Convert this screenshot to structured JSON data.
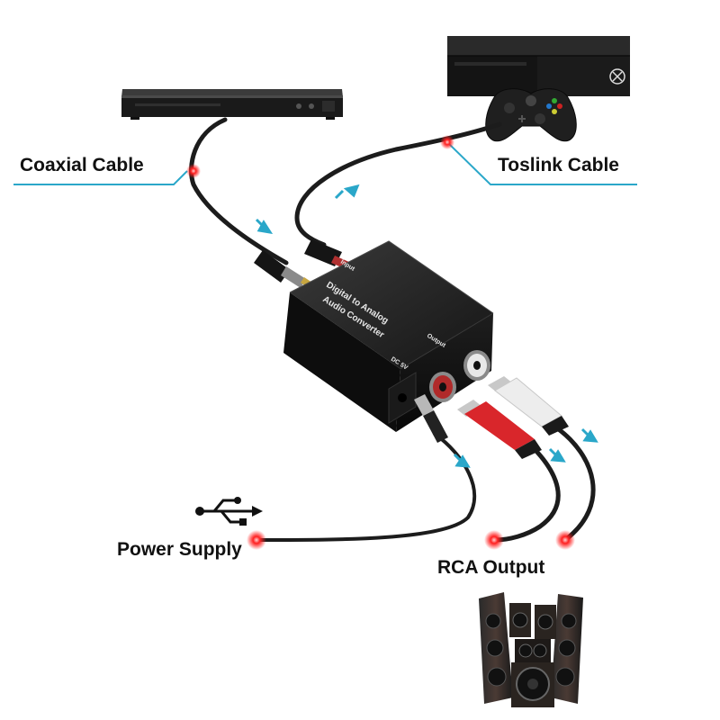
{
  "labels": {
    "coaxial": "Coaxial Cable",
    "toslink": "Toslink Cable",
    "power": "Power Supply",
    "rca": "RCA Output"
  },
  "device": {
    "line1": "Digital to Analog",
    "line2": "Audio Converter",
    "input": "Input",
    "output": "Output",
    "dc": "DC 5V"
  },
  "colors": {
    "accent_line": "#2aa7c9",
    "dot": "#ff1a1a",
    "cable": "#1c1c1c",
    "box": "#141414",
    "rca_red": "#d9262b",
    "rca_white": "#ededed"
  },
  "icons": [
    "dvd-player-icon",
    "game-console-icon",
    "gamepad-icon",
    "usb-icon",
    "speaker-system-icon",
    "arrow-icon"
  ]
}
